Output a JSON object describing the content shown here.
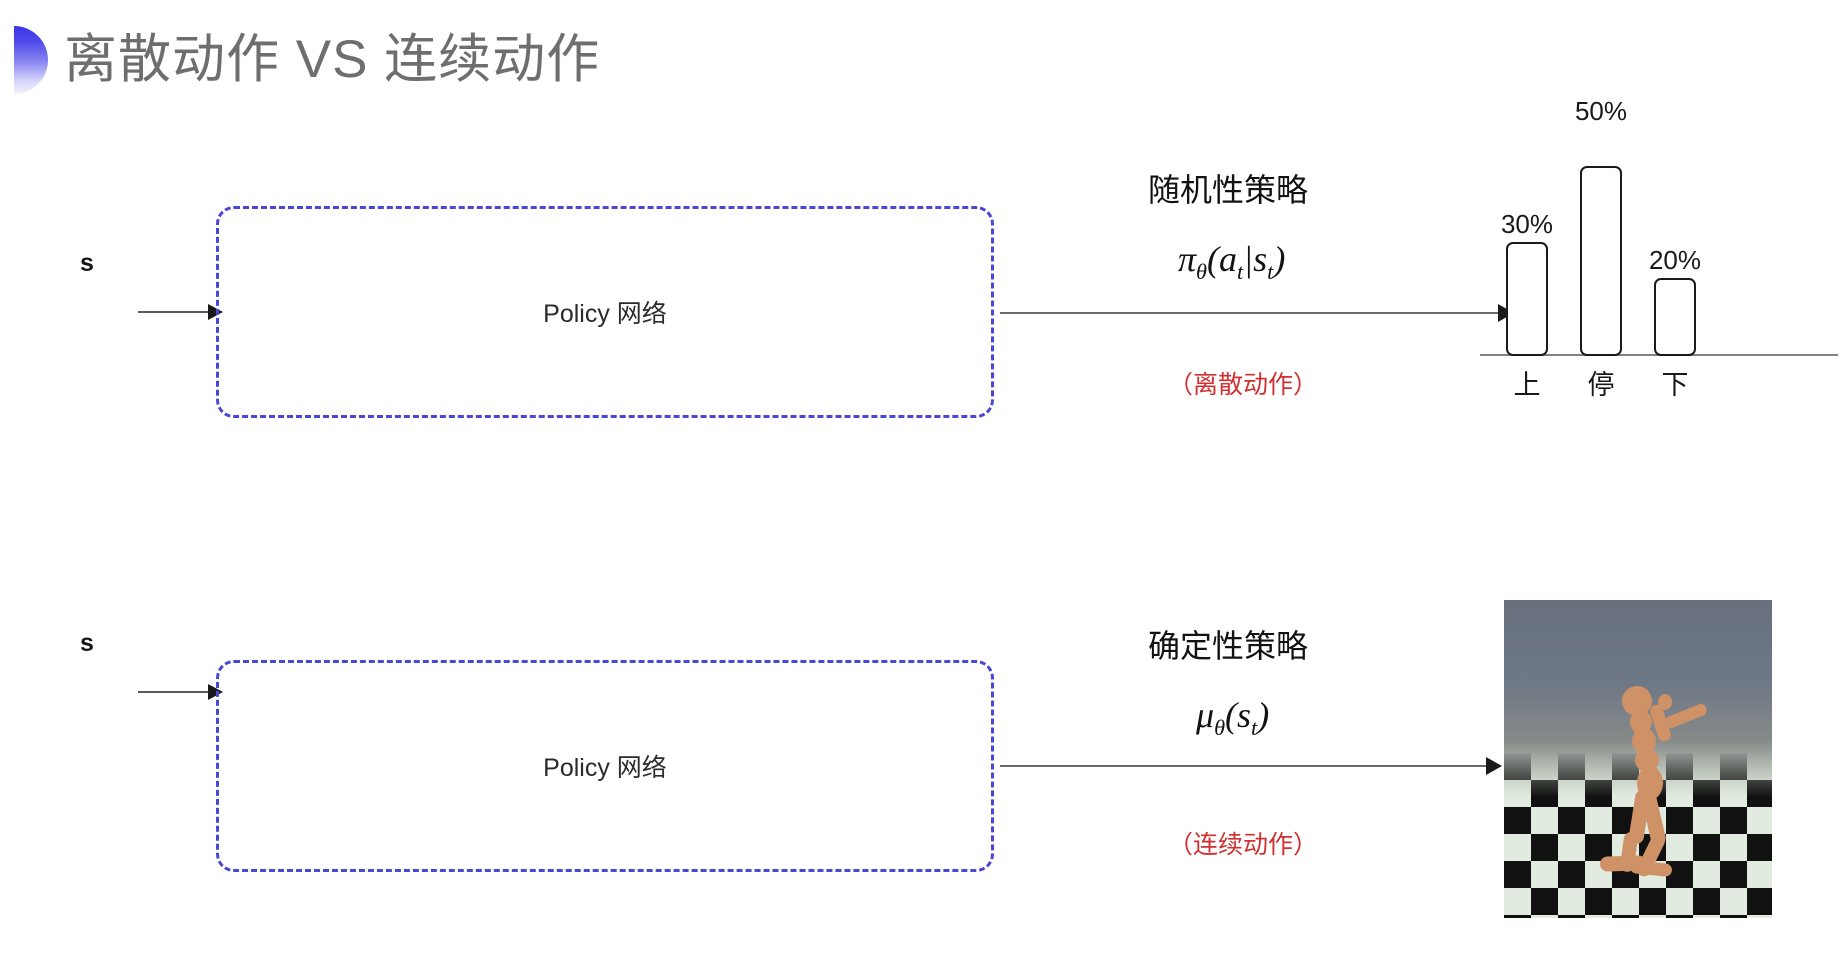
{
  "slide": {
    "title": "离散动作 VS 连续动作",
    "bullet_icon": "half-circle-gradient-icon",
    "accent_gradient_from": "#3a34e8",
    "accent_gradient_to": "#f2f1fe",
    "title_color": "#6e6e6e",
    "background": "#ffffff"
  },
  "rows": [
    {
      "id": "discrete",
      "state_label": "s",
      "box_label": "Policy 网络",
      "box_border_color": "#4a46d6",
      "policy_kind": "随机性策略",
      "formula_main": "π",
      "formula_sub": "θ",
      "formula_args": "(a",
      "formula_args_sub1": "t",
      "formula_mid": "|s",
      "formula_args_sub2": "t",
      "formula_close": ")",
      "formula_plain": "πθ(at|st)",
      "action_note": "（离散动作）",
      "action_note_color": "#d03030",
      "output_kind": "bar-chart"
    },
    {
      "id": "continuous",
      "state_label": "s",
      "box_label": "Policy 网络",
      "box_border_color": "#4a46d6",
      "policy_kind": "确定性策略",
      "formula_main": "μ",
      "formula_sub": "θ",
      "formula_args": "(s",
      "formula_args_sub1": "t",
      "formula_close": ")",
      "formula_plain": "μθ(st)",
      "action_note": "（连续动作）",
      "action_note_color": "#d03030",
      "output_kind": "humanoid-simulation-image"
    }
  ],
  "chart_data": {
    "type": "bar",
    "title": "",
    "xlabel": "",
    "ylabel": "",
    "categories": [
      "上",
      "停",
      "下"
    ],
    "values": [
      30,
      50,
      20
    ],
    "value_labels": [
      "30%",
      "50%",
      "20%"
    ],
    "ylim": [
      0,
      55
    ],
    "grid": false,
    "legend": "none",
    "bar_fill": "#ffffff",
    "bar_stroke": "#1a1a1a",
    "axis_color": "#828282"
  },
  "humanoid": {
    "caption": "",
    "sky_color": "#6f7886",
    "floor_colors": [
      "#e2ebdf",
      "#111111"
    ],
    "body_color": "#cf9266"
  }
}
